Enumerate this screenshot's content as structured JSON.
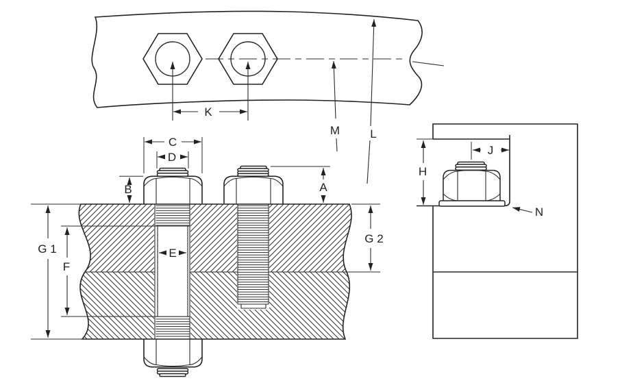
{
  "diagram": {
    "type": "engineering-dimension-drawing",
    "subject": "hex-bolt-nut-and-stud-fastener-installation",
    "views": {
      "top_view": "curved plate, plan view with two hex nuts",
      "front_view": "cross-section of two plates with through-bolt and tapped stud",
      "side_view": "end view with nut and washer in recess"
    },
    "labels": {
      "a": "A",
      "b": "B",
      "c": "C",
      "d": "D",
      "e": "E",
      "f": "F",
      "g1": "G 1",
      "g2": "G 2",
      "h": "H",
      "j": "J",
      "k": "K",
      "l": "L",
      "m": "M",
      "n": "N"
    },
    "colors": {
      "line": "#222222",
      "background": "#ffffff"
    }
  }
}
